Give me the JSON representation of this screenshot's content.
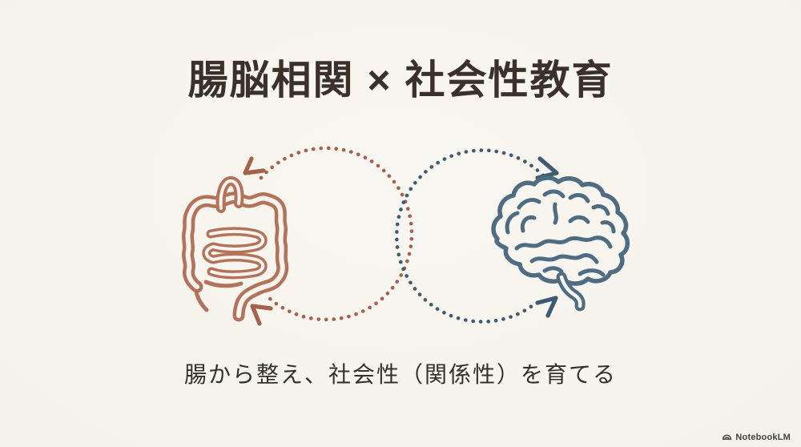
{
  "slide": {
    "title": "腸脳相関 × 社会性教育",
    "caption": "腸から整え、社会性（関係性）を育てる"
  },
  "diagram": {
    "left_icon": "intestines-icon",
    "right_icon": "brain-icon",
    "loops": [
      {
        "name": "gut-loop",
        "style": "dotted",
        "direction": "toward-gut",
        "color": "#a5614b"
      },
      {
        "name": "brain-loop",
        "style": "dotted",
        "direction": "toward-brain",
        "color": "#3f5b6f"
      }
    ]
  },
  "colors": {
    "background": "#f7f4ee",
    "title_text": "#39312a",
    "caption_text": "#34312c",
    "gut_line": "#b3735a",
    "gut_dots": "#a5614b",
    "brain_line": "#4e6c82",
    "brain_dots": "#3f5b6f",
    "footer_text": "#45423d"
  },
  "footer": {
    "brand": "NotebookLM"
  }
}
